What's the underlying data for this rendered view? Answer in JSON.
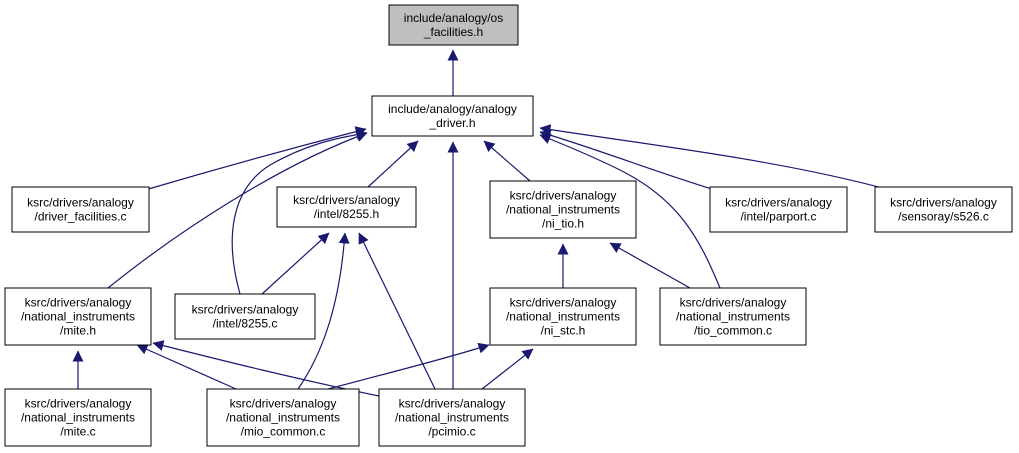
{
  "diagram": {
    "colors": {
      "edge": "#191970",
      "node_border": "#000000",
      "highlight_fill": "#bfbfbf",
      "node_fill": "#ffffff"
    },
    "nodes": [
      {
        "id": "os_facilities_h",
        "lines": [
          "include/analogy/os",
          "_facilities.h"
        ],
        "highlighted": true
      },
      {
        "id": "analogy_driver_h",
        "lines": [
          "include/analogy/analogy",
          "_driver.h"
        ]
      },
      {
        "id": "driver_facilities_c",
        "lines": [
          "ksrc/drivers/analogy",
          "/driver_facilities.c"
        ]
      },
      {
        "id": "intel_8255_h",
        "lines": [
          "ksrc/drivers/analogy",
          "/intel/8255.h"
        ]
      },
      {
        "id": "ni_tio_h",
        "lines": [
          "ksrc/drivers/analogy",
          "/national_instruments",
          "/ni_tio.h"
        ]
      },
      {
        "id": "parport_c",
        "lines": [
          "ksrc/drivers/analogy",
          "/intel/parport.c"
        ]
      },
      {
        "id": "s526_c",
        "lines": [
          "ksrc/drivers/analogy",
          "/sensoray/s526.c"
        ]
      },
      {
        "id": "mite_h",
        "lines": [
          "ksrc/drivers/analogy",
          "/national_instruments",
          "/mite.h"
        ]
      },
      {
        "id": "intel_8255_c",
        "lines": [
          "ksrc/drivers/analogy",
          "/intel/8255.c"
        ]
      },
      {
        "id": "ni_stc_h",
        "lines": [
          "ksrc/drivers/analogy",
          "/national_instruments",
          "/ni_stc.h"
        ]
      },
      {
        "id": "tio_common_c",
        "lines": [
          "ksrc/drivers/analogy",
          "/national_instruments",
          "/tio_common.c"
        ]
      },
      {
        "id": "mite_c",
        "lines": [
          "ksrc/drivers/analogy",
          "/national_instruments",
          "/mite.c"
        ]
      },
      {
        "id": "mio_common_c",
        "lines": [
          "ksrc/drivers/analogy",
          "/national_instruments",
          "/mio_common.c"
        ]
      },
      {
        "id": "pcimio_c",
        "lines": [
          "ksrc/drivers/analogy",
          "/national_instruments",
          "/pcimio.c"
        ]
      }
    ],
    "edges": [
      {
        "from": "analogy_driver_h",
        "to": "os_facilities_h"
      },
      {
        "from": "driver_facilities_c",
        "to": "analogy_driver_h"
      },
      {
        "from": "intel_8255_h",
        "to": "analogy_driver_h"
      },
      {
        "from": "ni_tio_h",
        "to": "analogy_driver_h"
      },
      {
        "from": "parport_c",
        "to": "analogy_driver_h"
      },
      {
        "from": "s526_c",
        "to": "analogy_driver_h"
      },
      {
        "from": "mite_h",
        "to": "analogy_driver_h"
      },
      {
        "from": "intel_8255_c",
        "to": "analogy_driver_h"
      },
      {
        "from": "tio_common_c",
        "to": "analogy_driver_h"
      },
      {
        "from": "pcimio_c",
        "to": "analogy_driver_h"
      },
      {
        "from": "intel_8255_c",
        "to": "intel_8255_h"
      },
      {
        "from": "mio_common_c",
        "to": "intel_8255_h"
      },
      {
        "from": "pcimio_c",
        "to": "intel_8255_h"
      },
      {
        "from": "ni_stc_h",
        "to": "ni_tio_h"
      },
      {
        "from": "tio_common_c",
        "to": "ni_tio_h"
      },
      {
        "from": "mite_c",
        "to": "mite_h"
      },
      {
        "from": "mio_common_c",
        "to": "mite_h"
      },
      {
        "from": "pcimio_c",
        "to": "mite_h"
      },
      {
        "from": "mio_common_c",
        "to": "ni_stc_h"
      },
      {
        "from": "pcimio_c",
        "to": "ni_stc_h"
      }
    ]
  }
}
